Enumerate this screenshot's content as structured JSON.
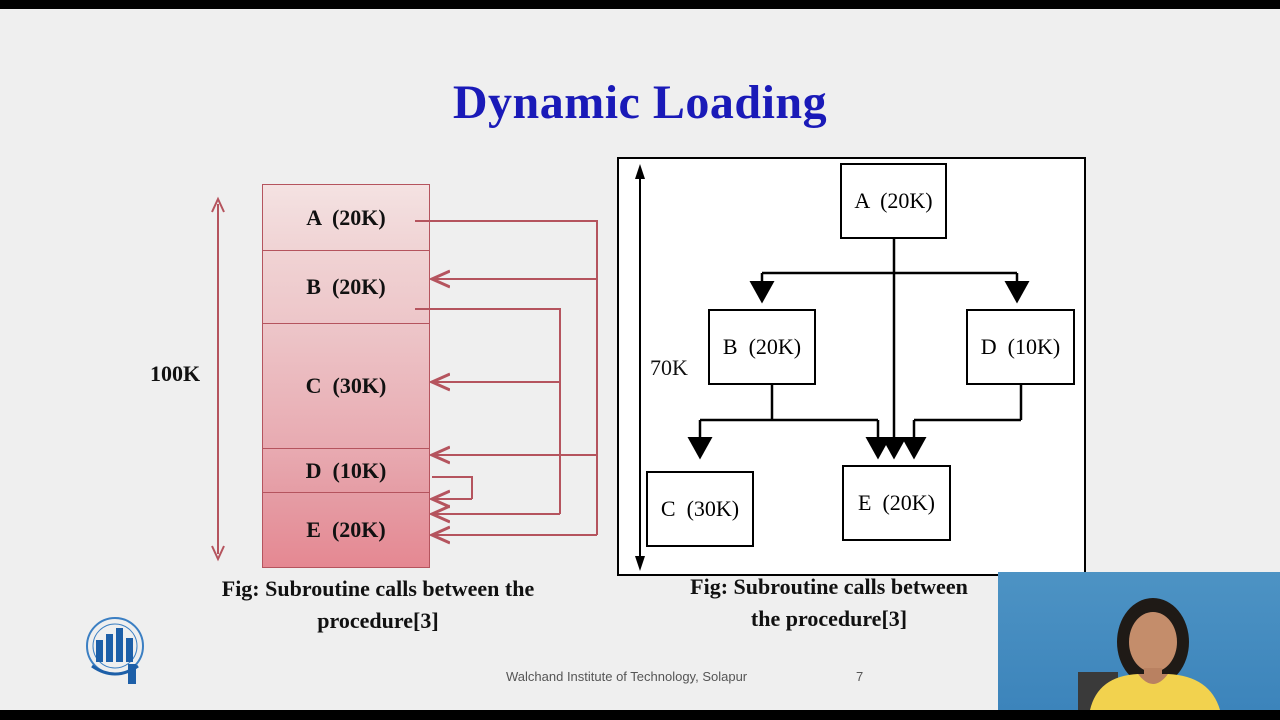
{
  "slide": {
    "title": "Dynamic Loading",
    "footer": "Walchand Institute of Technology, Solapur",
    "page_number": "7"
  },
  "left_diagram": {
    "size_label": "100K",
    "blocks": [
      {
        "label": "A  (20K)"
      },
      {
        "label": "B  (20K)"
      },
      {
        "label": "C  (30K)"
      },
      {
        "label": "D  (10K)"
      },
      {
        "label": "E  (20K)"
      }
    ],
    "caption_line1": "Fig: Subroutine calls between the",
    "caption_line2": "procedure[3]",
    "colors": {
      "block_top": "#f3dede",
      "block_bottom": "#e88c97",
      "arrow": "#b5545e"
    }
  },
  "right_diagram": {
    "size_label": "70K",
    "nodes": {
      "a": "A  (20K)",
      "b": "B  (20K)",
      "c": "C  (30K)",
      "d": "D  (10K)",
      "e": "E  (20K)"
    },
    "caption_line1": "Fig: Subroutine calls between",
    "caption_line2": "the procedure[3]"
  },
  "colors": {
    "title": "#1a1ab8",
    "background": "#efefef"
  }
}
